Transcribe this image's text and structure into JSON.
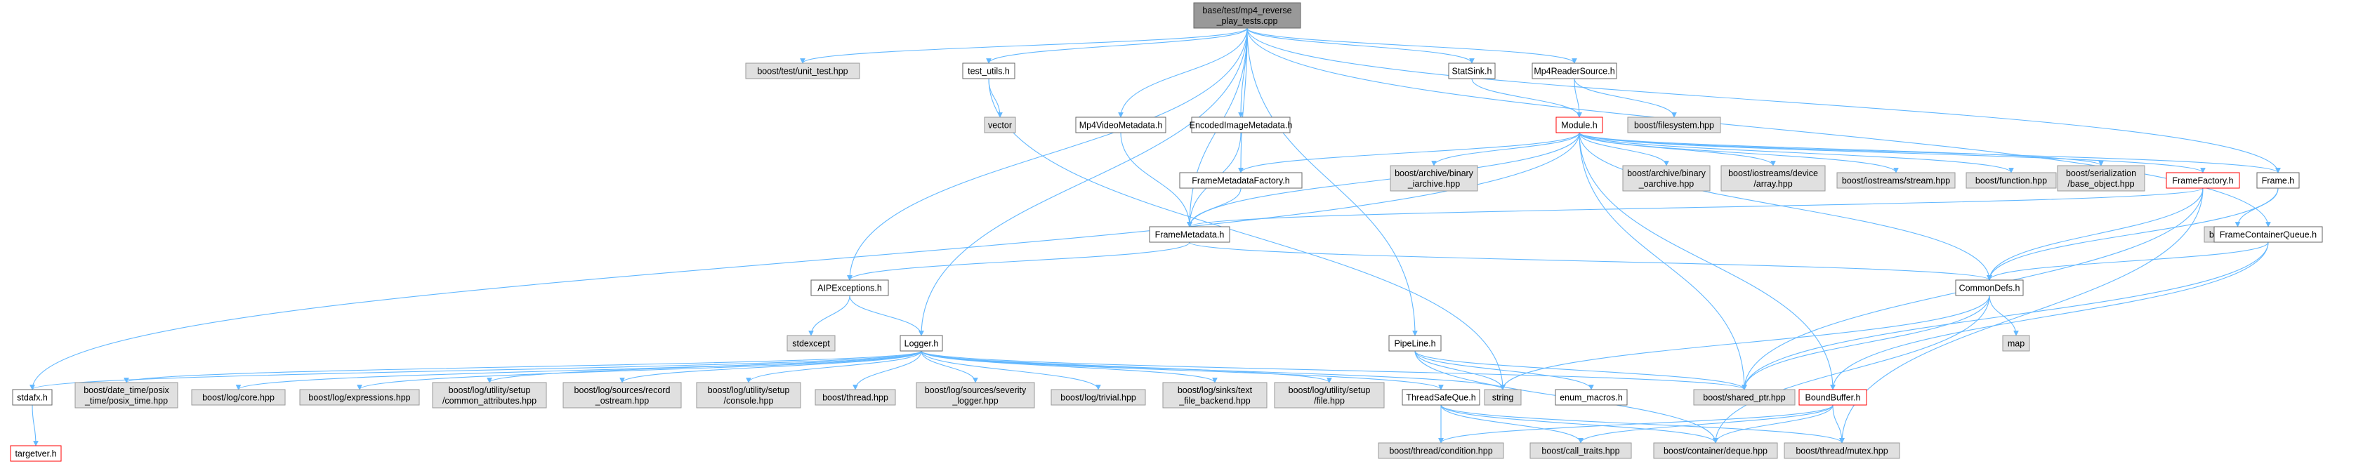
{
  "colors": {
    "root_fill": "#999999",
    "root_stroke": "#666666",
    "doc_fill": "#ffffff",
    "doc_stroke": "#666666",
    "ext_fill": "#e0e0e0",
    "ext_stroke": "#999999",
    "warn_fill": "#ffffff",
    "warn_stroke": "#ff0000",
    "edge": "#63b8ff"
  },
  "nodes": [
    {
      "id": "root",
      "kind": "root",
      "lines": [
        "base/test/mp4_reverse",
        "_play_tests.cpp"
      ]
    },
    {
      "id": "unit_test",
      "kind": "ext",
      "lines": [
        "boost/test/unit_test.hpp"
      ]
    },
    {
      "id": "test_utils",
      "kind": "doc",
      "lines": [
        "test_utils.h"
      ]
    },
    {
      "id": "vector",
      "kind": "ext",
      "lines": [
        "vector"
      ]
    },
    {
      "id": "mp4videometa",
      "kind": "doc",
      "lines": [
        "Mp4VideoMetadata.h"
      ]
    },
    {
      "id": "encodedimagemeta",
      "kind": "doc",
      "lines": [
        "EncodedImageMetadata.h"
      ]
    },
    {
      "id": "statsink",
      "kind": "doc",
      "lines": [
        "StatSink.h"
      ]
    },
    {
      "id": "mp4reader",
      "kind": "doc",
      "lines": [
        "Mp4ReaderSource.h"
      ]
    },
    {
      "id": "filesystem",
      "kind": "ext",
      "lines": [
        "boost/filesystem.hpp"
      ]
    },
    {
      "id": "module",
      "kind": "warn",
      "lines": [
        "Module.h"
      ]
    },
    {
      "id": "framemetafactory",
      "kind": "doc",
      "lines": [
        "FrameMetadataFactory.h"
      ]
    },
    {
      "id": "binary_iarchive",
      "kind": "ext",
      "lines": [
        "boost/archive/binary",
        "_iarchive.hpp"
      ]
    },
    {
      "id": "binary_oarchive",
      "kind": "ext",
      "lines": [
        "boost/archive/binary",
        "_oarchive.hpp"
      ]
    },
    {
      "id": "device_array",
      "kind": "ext",
      "lines": [
        "boost/iostreams/device",
        "/array.hpp"
      ]
    },
    {
      "id": "iostream_stream",
      "kind": "ext",
      "lines": [
        "boost/iostreams/stream.hpp"
      ]
    },
    {
      "id": "function",
      "kind": "ext",
      "lines": [
        "boost/function.hpp"
      ]
    },
    {
      "id": "base_object",
      "kind": "ext",
      "lines": [
        "boost/serialization",
        "/base_object.hpp"
      ]
    },
    {
      "id": "framefactory",
      "kind": "warn",
      "lines": [
        "FrameFactory.h"
      ]
    },
    {
      "id": "frame",
      "kind": "doc",
      "lines": [
        "Frame.h"
      ]
    },
    {
      "id": "framemeta",
      "kind": "doc",
      "lines": [
        "FrameMetadata.h"
      ]
    },
    {
      "id": "asio",
      "kind": "ext",
      "lines": [
        "boost/asio.hpp"
      ]
    },
    {
      "id": "framecontainerqueue",
      "kind": "doc",
      "lines": [
        "FrameContainerQueue.h"
      ]
    },
    {
      "id": "aipexceptions",
      "kind": "doc",
      "lines": [
        "AIPExceptions.h"
      ]
    },
    {
      "id": "commondefs",
      "kind": "doc",
      "lines": [
        "CommonDefs.h"
      ]
    },
    {
      "id": "stdexcept",
      "kind": "ext",
      "lines": [
        "stdexcept"
      ]
    },
    {
      "id": "logger",
      "kind": "doc",
      "lines": [
        "Logger.h"
      ]
    },
    {
      "id": "pipeline",
      "kind": "doc",
      "lines": [
        "PipeLine.h"
      ]
    },
    {
      "id": "map",
      "kind": "ext",
      "lines": [
        "map"
      ]
    },
    {
      "id": "stdafx",
      "kind": "doc",
      "lines": [
        "stdafx.h"
      ]
    },
    {
      "id": "posix_time",
      "kind": "ext",
      "lines": [
        "boost/date_time/posix",
        "_time/posix_time.hpp"
      ]
    },
    {
      "id": "log_core",
      "kind": "ext",
      "lines": [
        "boost/log/core.hpp"
      ]
    },
    {
      "id": "log_expressions",
      "kind": "ext",
      "lines": [
        "boost/log/expressions.hpp"
      ]
    },
    {
      "id": "common_attributes",
      "kind": "ext",
      "lines": [
        "boost/log/utility/setup",
        "/common_attributes.hpp"
      ]
    },
    {
      "id": "record_ostream",
      "kind": "ext",
      "lines": [
        "boost/log/sources/record",
        "_ostream.hpp"
      ]
    },
    {
      "id": "console",
      "kind": "ext",
      "lines": [
        "boost/log/utility/setup",
        "/console.hpp"
      ]
    },
    {
      "id": "thread",
      "kind": "ext",
      "lines": [
        "boost/thread.hpp"
      ]
    },
    {
      "id": "severity_logger",
      "kind": "ext",
      "lines": [
        "boost/log/sources/severity",
        "_logger.hpp"
      ]
    },
    {
      "id": "log_trivial",
      "kind": "ext",
      "lines": [
        "boost/log/trivial.hpp"
      ]
    },
    {
      "id": "text_file_backend",
      "kind": "ext",
      "lines": [
        "boost/log/sinks/text",
        "_file_backend.hpp"
      ]
    },
    {
      "id": "setup_file",
      "kind": "ext",
      "lines": [
        "boost/log/utility/setup",
        "/file.hpp"
      ]
    },
    {
      "id": "threadsafeque",
      "kind": "doc",
      "lines": [
        "ThreadSafeQue.h"
      ]
    },
    {
      "id": "string",
      "kind": "ext",
      "lines": [
        "string"
      ]
    },
    {
      "id": "enum_macros",
      "kind": "doc",
      "lines": [
        "enum_macros.h"
      ]
    },
    {
      "id": "shared_ptr",
      "kind": "ext",
      "lines": [
        "boost/shared_ptr.hpp"
      ]
    },
    {
      "id": "boundbuffer",
      "kind": "warn",
      "lines": [
        "BoundBuffer.h"
      ]
    },
    {
      "id": "targetver",
      "kind": "warn",
      "lines": [
        "targetver.h"
      ]
    },
    {
      "id": "thread_condition",
      "kind": "ext",
      "lines": [
        "boost/thread/condition.hpp"
      ]
    },
    {
      "id": "call_traits",
      "kind": "ext",
      "lines": [
        "boost/call_traits.hpp"
      ]
    },
    {
      "id": "container_deque",
      "kind": "ext",
      "lines": [
        "boost/container/deque.hpp"
      ]
    },
    {
      "id": "thread_mutex",
      "kind": "ext",
      "lines": [
        "boost/thread/mutex.hpp"
      ]
    }
  ],
  "edges": [
    [
      "root",
      "unit_test"
    ],
    [
      "root",
      "test_utils"
    ],
    [
      "root",
      "mp4videometa"
    ],
    [
      "root",
      "encodedimagemeta"
    ],
    [
      "root",
      "statsink"
    ],
    [
      "root",
      "mp4reader"
    ],
    [
      "root",
      "aipexceptions"
    ],
    [
      "root",
      "logger"
    ],
    [
      "root",
      "framemetafactory"
    ],
    [
      "root",
      "framemeta"
    ],
    [
      "root",
      "pipeline"
    ],
    [
      "root",
      "frame"
    ],
    [
      "root",
      "framecontainerqueue"
    ],
    [
      "test_utils",
      "vector"
    ],
    [
      "test_utils",
      "string"
    ],
    [
      "mp4videometa",
      "framemeta"
    ],
    [
      "encodedimagemeta",
      "framemeta"
    ],
    [
      "statsink",
      "module"
    ],
    [
      "mp4reader",
      "module"
    ],
    [
      "mp4reader",
      "filesystem"
    ],
    [
      "module",
      "framemetafactory"
    ],
    [
      "module",
      "binary_iarchive"
    ],
    [
      "module",
      "binary_oarchive"
    ],
    [
      "module",
      "device_array"
    ],
    [
      "module",
      "iostream_stream"
    ],
    [
      "module",
      "function"
    ],
    [
      "module",
      "base_object"
    ],
    [
      "module",
      "framefactory"
    ],
    [
      "module",
      "frame"
    ],
    [
      "module",
      "framemeta"
    ],
    [
      "module",
      "commondefs"
    ],
    [
      "module",
      "shared_ptr"
    ],
    [
      "module",
      "boundbuffer"
    ],
    [
      "module",
      "stdafx"
    ],
    [
      "framemetafactory",
      "framemeta"
    ],
    [
      "framefactory",
      "framemeta"
    ],
    [
      "framefactory",
      "commondefs"
    ],
    [
      "framefactory",
      "shared_ptr"
    ],
    [
      "framefactory",
      "thread_mutex"
    ],
    [
      "frame",
      "asio"
    ],
    [
      "frame",
      "commondefs"
    ],
    [
      "framemeta",
      "aipexceptions"
    ],
    [
      "framemeta",
      "commondefs"
    ],
    [
      "framecontainerqueue",
      "commondefs"
    ],
    [
      "framecontainerqueue",
      "boundbuffer"
    ],
    [
      "framecontainerqueue",
      "shared_ptr"
    ],
    [
      "aipexceptions",
      "stdexcept"
    ],
    [
      "aipexceptions",
      "logger"
    ],
    [
      "commondefs",
      "map"
    ],
    [
      "commondefs",
      "string"
    ],
    [
      "commondefs",
      "shared_ptr"
    ],
    [
      "commondefs",
      "container_deque"
    ],
    [
      "logger",
      "stdafx"
    ],
    [
      "logger",
      "posix_time"
    ],
    [
      "logger",
      "log_core"
    ],
    [
      "logger",
      "log_expressions"
    ],
    [
      "logger",
      "common_attributes"
    ],
    [
      "logger",
      "record_ostream"
    ],
    [
      "logger",
      "console"
    ],
    [
      "logger",
      "thread"
    ],
    [
      "logger",
      "severity_logger"
    ],
    [
      "logger",
      "log_trivial"
    ],
    [
      "logger",
      "text_file_backend"
    ],
    [
      "logger",
      "setup_file"
    ],
    [
      "logger",
      "threadsafeque"
    ],
    [
      "logger",
      "string"
    ],
    [
      "logger",
      "shared_ptr"
    ],
    [
      "pipeline",
      "string"
    ],
    [
      "pipeline",
      "enum_macros"
    ],
    [
      "pipeline",
      "shared_ptr"
    ],
    [
      "pipeline",
      "container_deque"
    ],
    [
      "stdafx",
      "targetver"
    ],
    [
      "threadsafeque",
      "thread_condition"
    ],
    [
      "threadsafeque",
      "call_traits"
    ],
    [
      "threadsafeque",
      "container_deque"
    ],
    [
      "threadsafeque",
      "thread_mutex"
    ],
    [
      "boundbuffer",
      "thread_condition"
    ],
    [
      "boundbuffer",
      "call_traits"
    ],
    [
      "boundbuffer",
      "container_deque"
    ],
    [
      "boundbuffer",
      "thread_mutex"
    ]
  ]
}
